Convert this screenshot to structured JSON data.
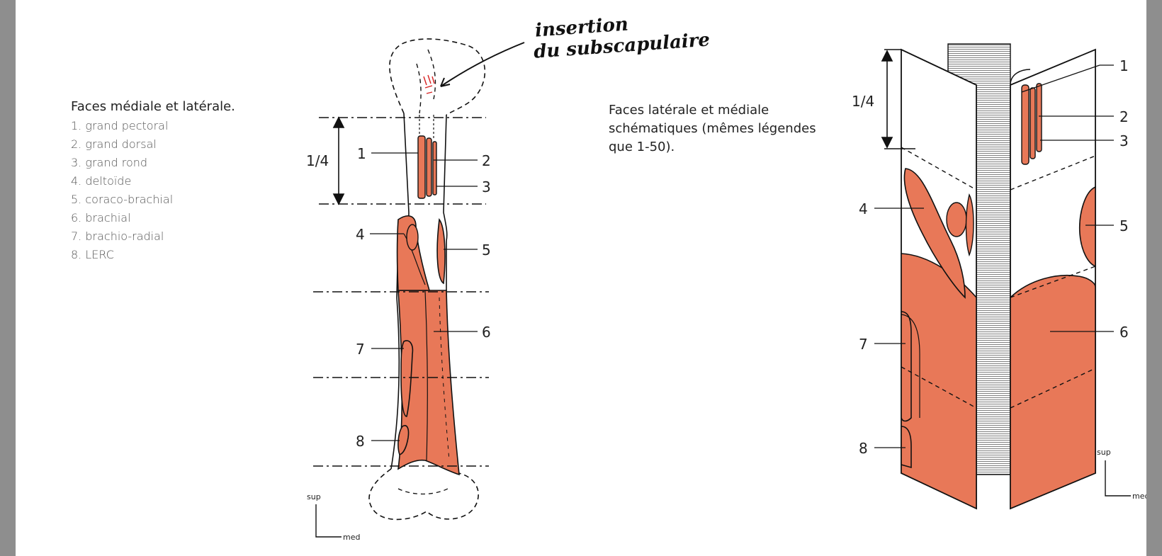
{
  "legend": {
    "title": "Faces médiale et latérale.",
    "items": [
      "1. grand pectoral",
      "2. grand dorsal",
      "3. grand rond",
      "4. deltoïde",
      "5. coraco-brachial",
      "6. brachial",
      "7. brachio-radial",
      "8. LERC"
    ]
  },
  "handwritten_note": {
    "line1": "insertion",
    "line2": "du subscapulaire"
  },
  "caption_right": "Faces latérale et médiale schématiques (mêmes légendes que 1-50).",
  "left_figure": {
    "fraction": "1/4",
    "labels": [
      "1",
      "2",
      "3",
      "4",
      "5",
      "6",
      "7",
      "8"
    ],
    "orientation": {
      "sup": "sup",
      "med": "med"
    }
  },
  "right_figure": {
    "fraction": "1/4",
    "labels": [
      "1",
      "2",
      "3",
      "4",
      "5",
      "6",
      "7",
      "8"
    ],
    "orientation": {
      "sup": "sup",
      "med": "med"
    }
  },
  "colors": {
    "muscle": "#e87858",
    "outline": "#111111",
    "background": "#ffffff",
    "frame": "#8e8e8e",
    "annotation_red": "#d62020"
  }
}
